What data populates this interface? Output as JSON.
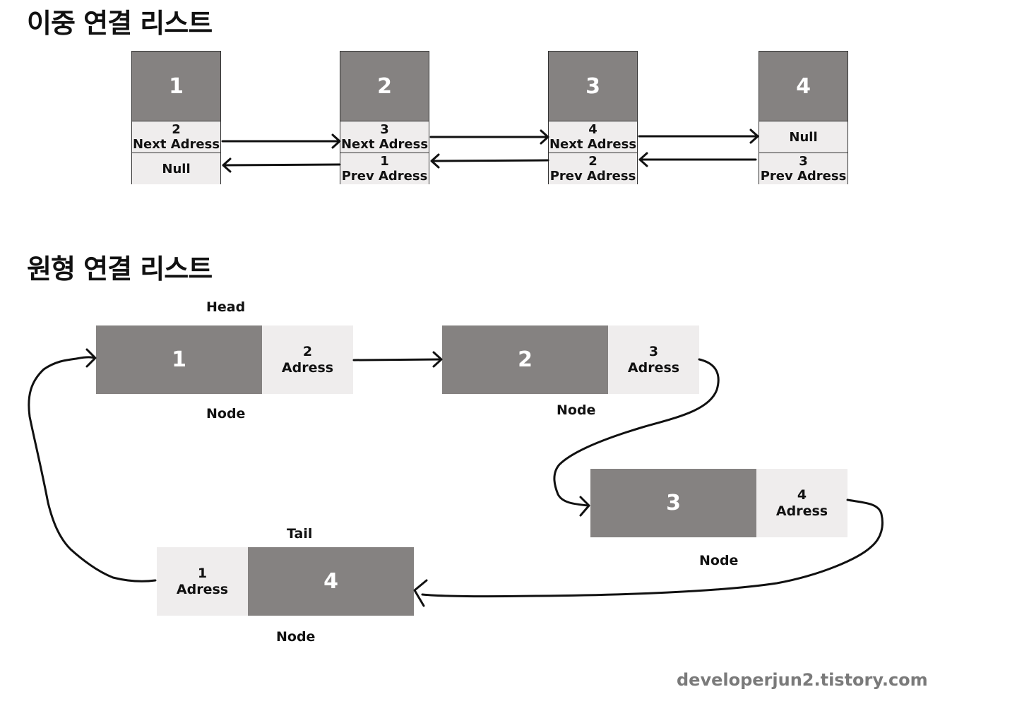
{
  "double_list": {
    "title": "이중 연결 리스트",
    "nodes": [
      {
        "value": "1",
        "top_line1": "2",
        "top_line2": "Next Adress",
        "bottom_line1": "",
        "bottom_line2": "Null"
      },
      {
        "value": "2",
        "top_line1": "3",
        "top_line2": "Next Adress",
        "bottom_line1": "1",
        "bottom_line2": "Prev Adress"
      },
      {
        "value": "3",
        "top_line1": "4",
        "top_line2": "Next Adress",
        "bottom_line1": "2",
        "bottom_line2": "Prev Adress"
      },
      {
        "value": "4",
        "top_line1": "",
        "top_line2": "Null",
        "bottom_line1": "3",
        "bottom_line2": "Prev Adress"
      }
    ]
  },
  "circular_list": {
    "title": "원형 연결 리스트",
    "head_label": "Head",
    "tail_label": "Tail",
    "node_label": "Node",
    "nodes": [
      {
        "value": "1",
        "addr_line1": "2",
        "addr_line2": "Adress"
      },
      {
        "value": "2",
        "addr_line1": "3",
        "addr_line2": "Adress"
      },
      {
        "value": "3",
        "addr_line1": "4",
        "addr_line2": "Adress"
      },
      {
        "value": "4",
        "addr_line1": "1",
        "addr_line2": "Adress"
      }
    ]
  },
  "watermark": "developerjun2.tistory.com",
  "colors": {
    "node_fill": "#858281",
    "address_fill": "#efeded",
    "stroke": "#111111"
  }
}
